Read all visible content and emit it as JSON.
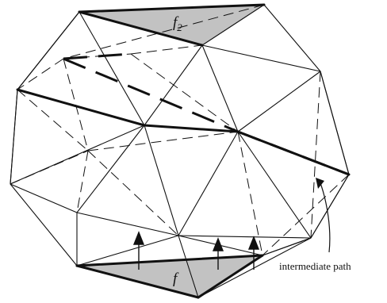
{
  "figure": {
    "face_top_symbol": "f",
    "face_top_subscript": "2",
    "face_bottom_symbol": "f",
    "annotation": "intermediate path",
    "colors": {
      "stroke": "#111111",
      "face_fill": "#c2c2c2",
      "background": "#ffffff"
    }
  }
}
